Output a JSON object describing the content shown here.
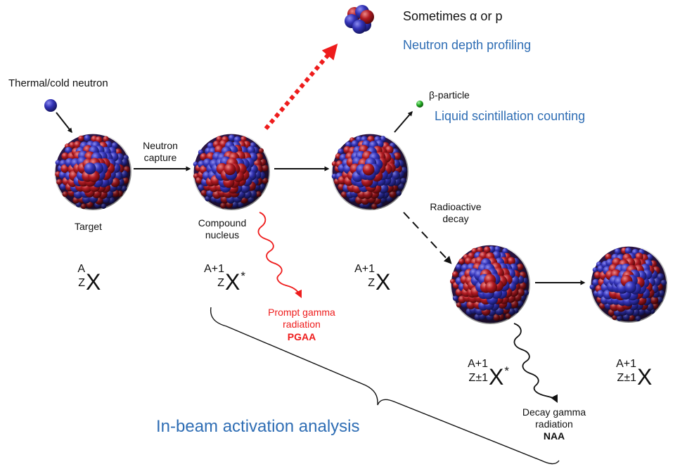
{
  "labels": {
    "thermal_neutron": "Thermal/cold neutron",
    "neutron_capture": "Neutron\ncapture",
    "target": "Target",
    "compound_nucleus": "Compound\nnucleus",
    "sometimes": "Sometimes α or p",
    "ndp": "Neutron depth profiling",
    "beta_particle": "β-particle",
    "lsc": "Liquid scintillation counting",
    "radioactive_decay": "Radioactive\ndecay",
    "prompt_gamma": "Prompt gamma\nradiation",
    "pgaa": "PGAA",
    "decay_gamma": "Decay gamma\nradiation",
    "naa": "NAA",
    "in_beam": "In-beam activation analysis"
  },
  "nuclides": {
    "target": {
      "a": "A",
      "z": "Z",
      "x": "X",
      "star": ""
    },
    "compound": {
      "a": "A+1",
      "z": "Z",
      "x": "X",
      "star": "*"
    },
    "product": {
      "a": "A+1",
      "z": "Z",
      "x": "X",
      "star": ""
    },
    "decay_excited": {
      "a": "A+1",
      "z": "Z±1",
      "x": "X",
      "star": "*"
    },
    "decay_final": {
      "a": "A+1",
      "z": "Z±1",
      "x": "X",
      "star": ""
    }
  },
  "colors": {
    "neutron_blue": "#2f2fa8",
    "proton_red": "#a3111a",
    "beta_green": "#22aa22",
    "accent_red": "#ee1c1c",
    "technique_blue": "#2e6db4",
    "arrow_black": "#111111"
  },
  "icons": {
    "nucleus": "nucleus-icon",
    "neutron": "neutron-icon",
    "alpha": "alpha-particle-icon",
    "beta": "beta-particle-icon"
  }
}
